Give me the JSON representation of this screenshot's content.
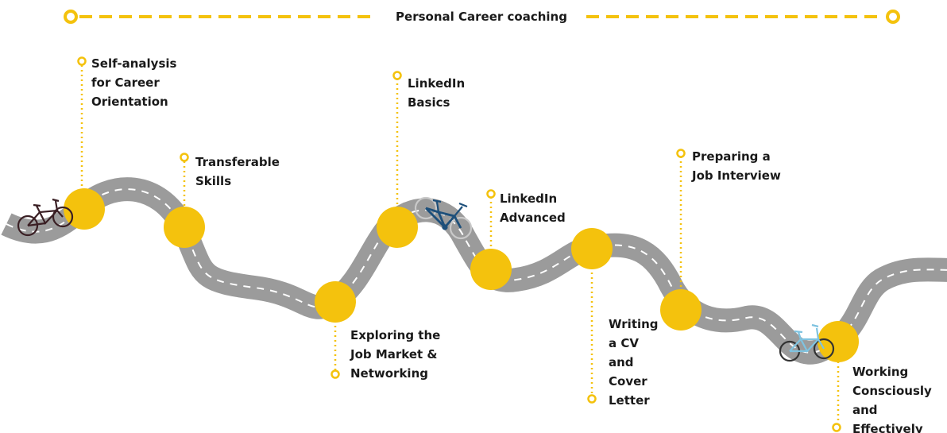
{
  "header": {
    "title": "Personal Career coaching"
  },
  "colors": {
    "accent": "#f4c20d",
    "road": "#9b9b9b",
    "road_dash": "#ffffff",
    "text": "#1a1a1a"
  },
  "milestones": [
    {
      "label": "Self-analysis\nfor Career\nOrientation"
    },
    {
      "label": "Transferable\nSkills"
    },
    {
      "label": "Exploring the\nJob Market &\nNetworking"
    },
    {
      "label": "LinkedIn\nBasics"
    },
    {
      "label": "LinkedIn\nAdvanced"
    },
    {
      "label": "Writing\na CV\nand\nCover\nLetter"
    },
    {
      "label": "Preparing a\nJob Interview"
    },
    {
      "label": "Working\nConsciously\nand\nEffectively"
    }
  ],
  "icons": [
    "bicycle-icon",
    "bicycle-icon",
    "bicycle-icon"
  ]
}
